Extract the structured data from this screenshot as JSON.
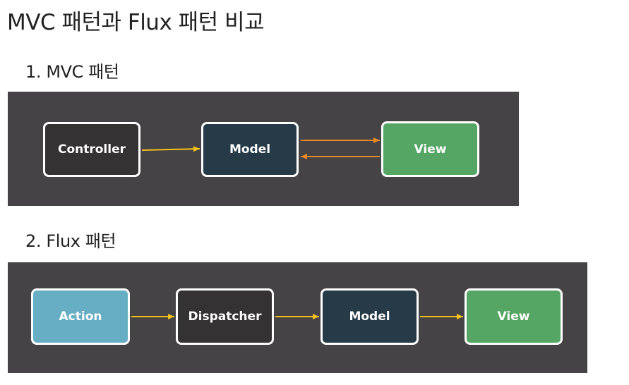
{
  "title": "MVC 패턴과 Flux 패턴 비교",
  "mvc": {
    "title": "1. MVC 패턴",
    "nodes": {
      "controller": "Controller",
      "model": "Model",
      "view": "View"
    }
  },
  "flux": {
    "title": "2. Flux 패턴",
    "nodes": {
      "action": "Action",
      "dispatcher": "Dispatcher",
      "model": "Model",
      "view": "View"
    }
  },
  "colors": {
    "panel": "#454345",
    "node_border": "#ffffff",
    "node_dark": "#353234",
    "node_navy": "#263a48",
    "node_green": "#55a664",
    "node_blue": "#67aec4",
    "arrow_yellow": "#f2c21b",
    "arrow_orange": "#e8892a"
  }
}
